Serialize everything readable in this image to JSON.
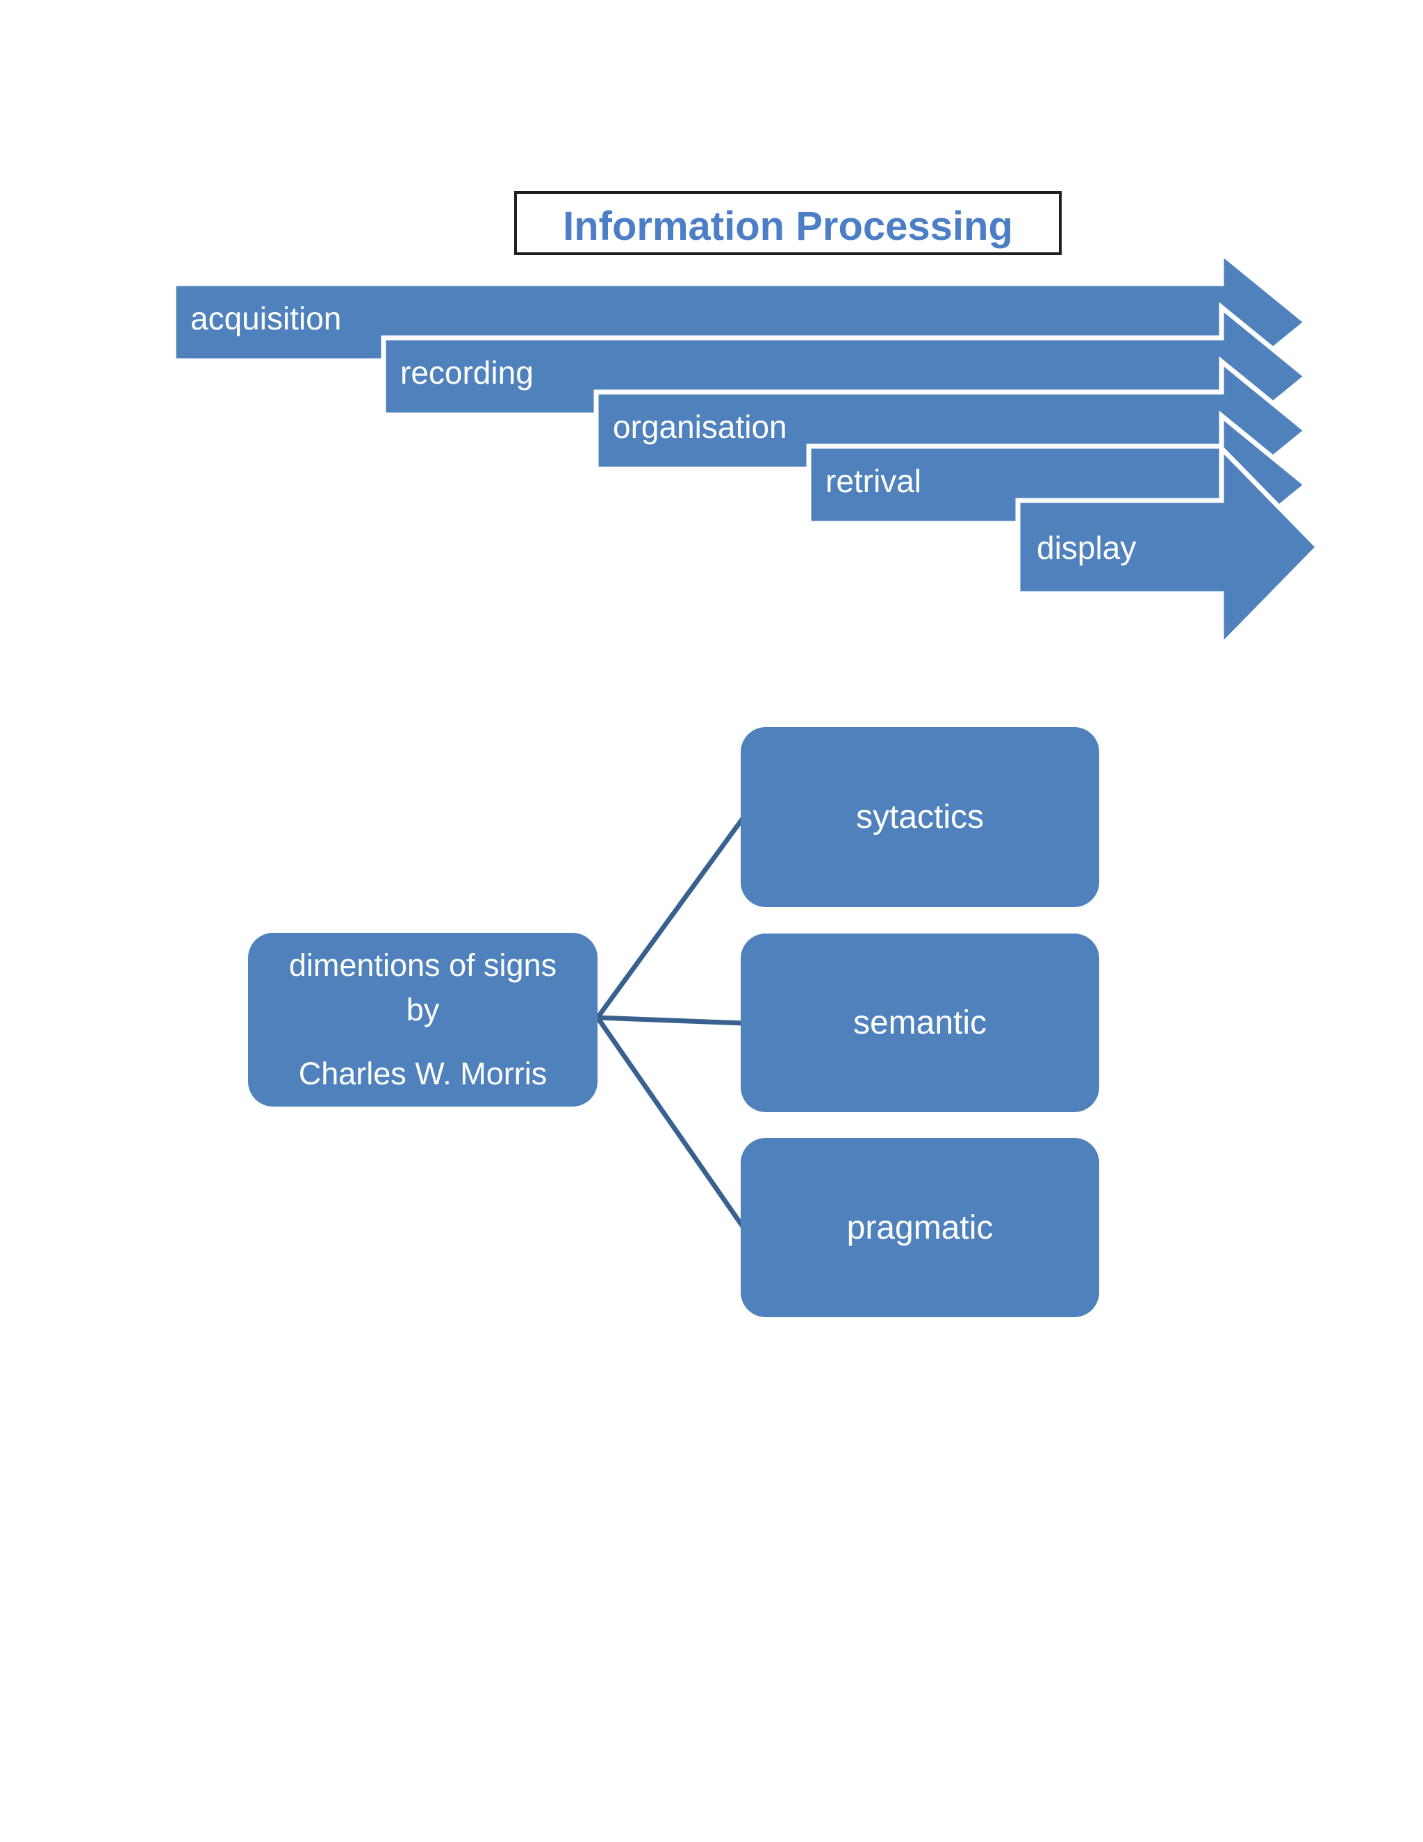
{
  "title": {
    "text": "Information Processing"
  },
  "process": {
    "steps": [
      {
        "label": "acquisition"
      },
      {
        "label": "recording"
      },
      {
        "label": "organisation"
      },
      {
        "label": "retrival"
      },
      {
        "label": "display"
      }
    ]
  },
  "hierarchy": {
    "root": {
      "line1": "dimentions of signs",
      "line2": "by",
      "line3": "Charles W. Morris"
    },
    "children": [
      {
        "label": "sytactics"
      },
      {
        "label": "semantic"
      },
      {
        "label": "pragmatic"
      }
    ]
  },
  "colors": {
    "shape_fill": "#4f81bd",
    "connector_line": "#39618f",
    "title_text": "#4b7ec4",
    "title_border": "#1f1f1f",
    "shape_text": "#ffffff",
    "page_background": "#ffffff"
  }
}
